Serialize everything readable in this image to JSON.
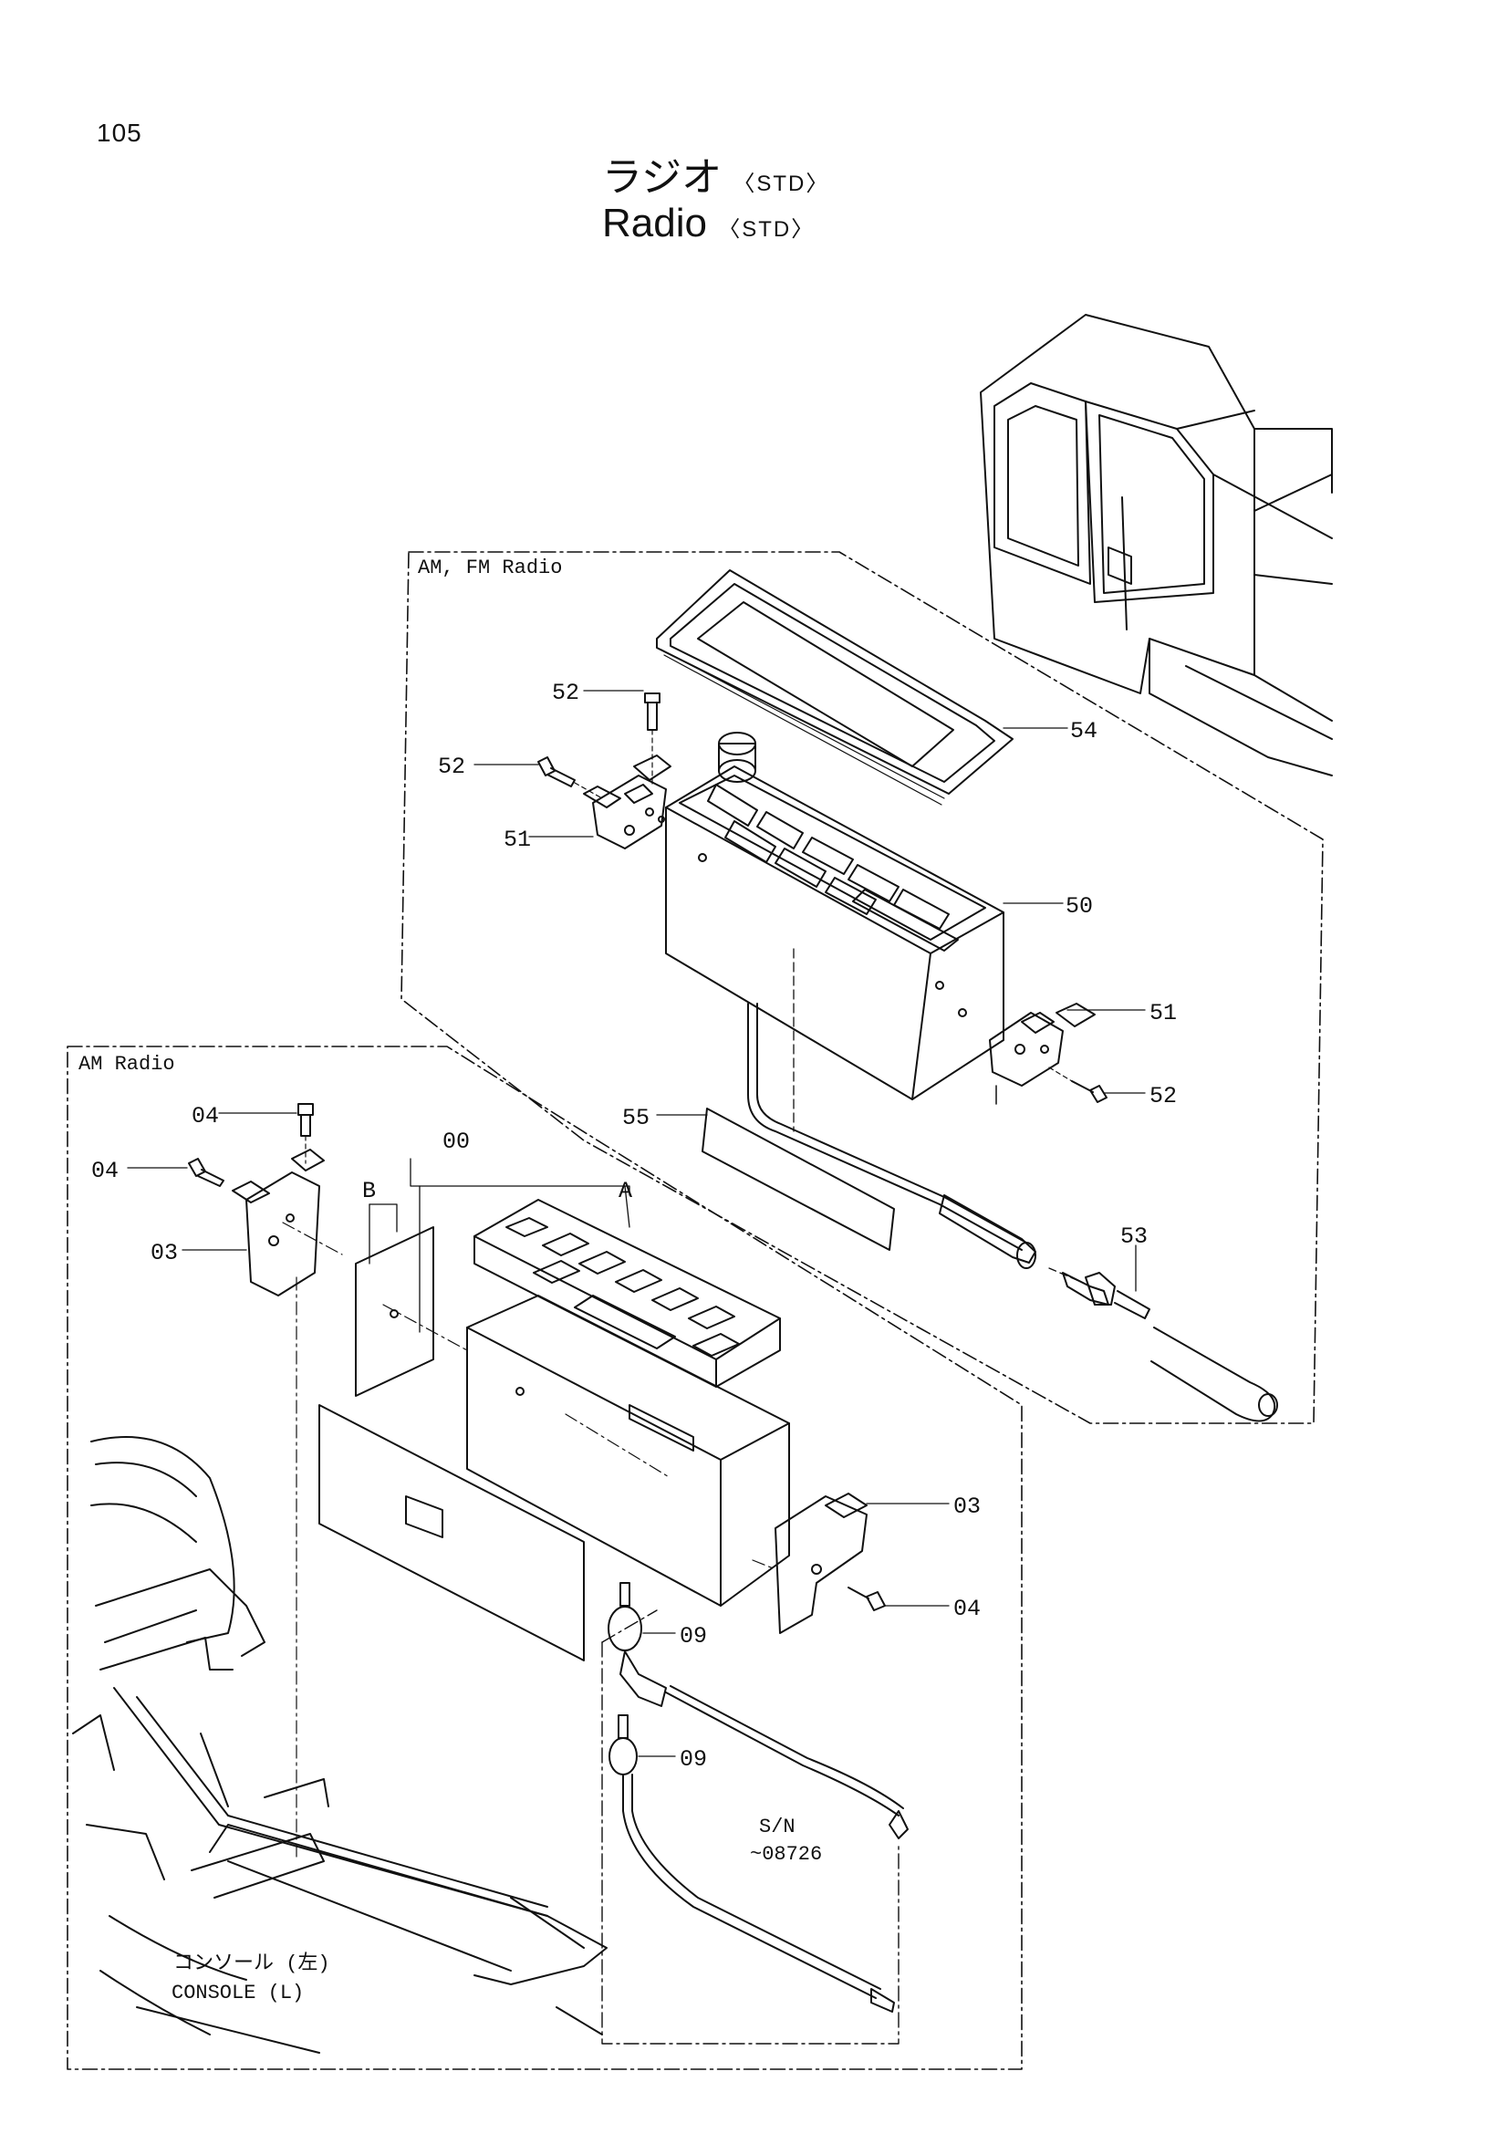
{
  "page": {
    "number": "105",
    "title_jp": "ラジオ",
    "title_en": "Radio",
    "title_suffix": "〈STD〉"
  },
  "groups": {
    "am_fm": "AM, FM Radio",
    "am": "AM Radio",
    "serial_note_line1": "S/N",
    "serial_note_line2": "~08726",
    "console_jp": "コンソール (左)",
    "console_en": "CONSOLE (L)"
  },
  "callouts": {
    "p52a": "52",
    "p52b": "52",
    "p52c": "52",
    "p54": "54",
    "p51a": "51",
    "p51b": "51",
    "p50": "50",
    "p55": "55",
    "p53": "53",
    "p04a": "04",
    "p04b": "04",
    "p04c": "04",
    "p00": "00",
    "pB": "B",
    "pA": "A",
    "p03a": "03",
    "p03b": "03",
    "p09a": "09",
    "p09b": "09"
  }
}
